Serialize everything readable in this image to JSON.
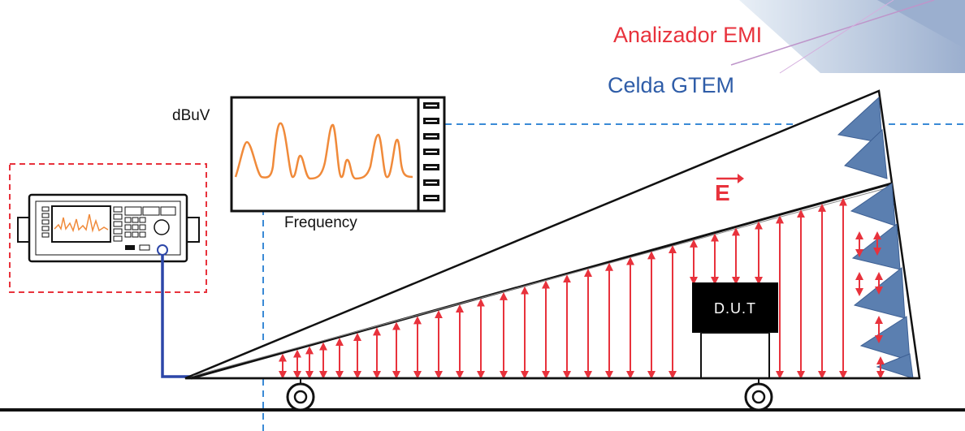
{
  "legend": {
    "analyzer": "Analizador EMI",
    "cell": "Celda GTEM",
    "analyzer_color": "#e8323c",
    "cell_color": "#2f5da8"
  },
  "spectrum": {
    "y_label": "dBuV",
    "x_label": "Frequency",
    "trace_color": "#f08a3a"
  },
  "cell": {
    "dut_label": "D.U.T",
    "field_label": "E",
    "field_color": "#e8323c",
    "absorber_color": "#5b7fb0"
  },
  "connection": {
    "cable_color": "#2c46a8"
  }
}
